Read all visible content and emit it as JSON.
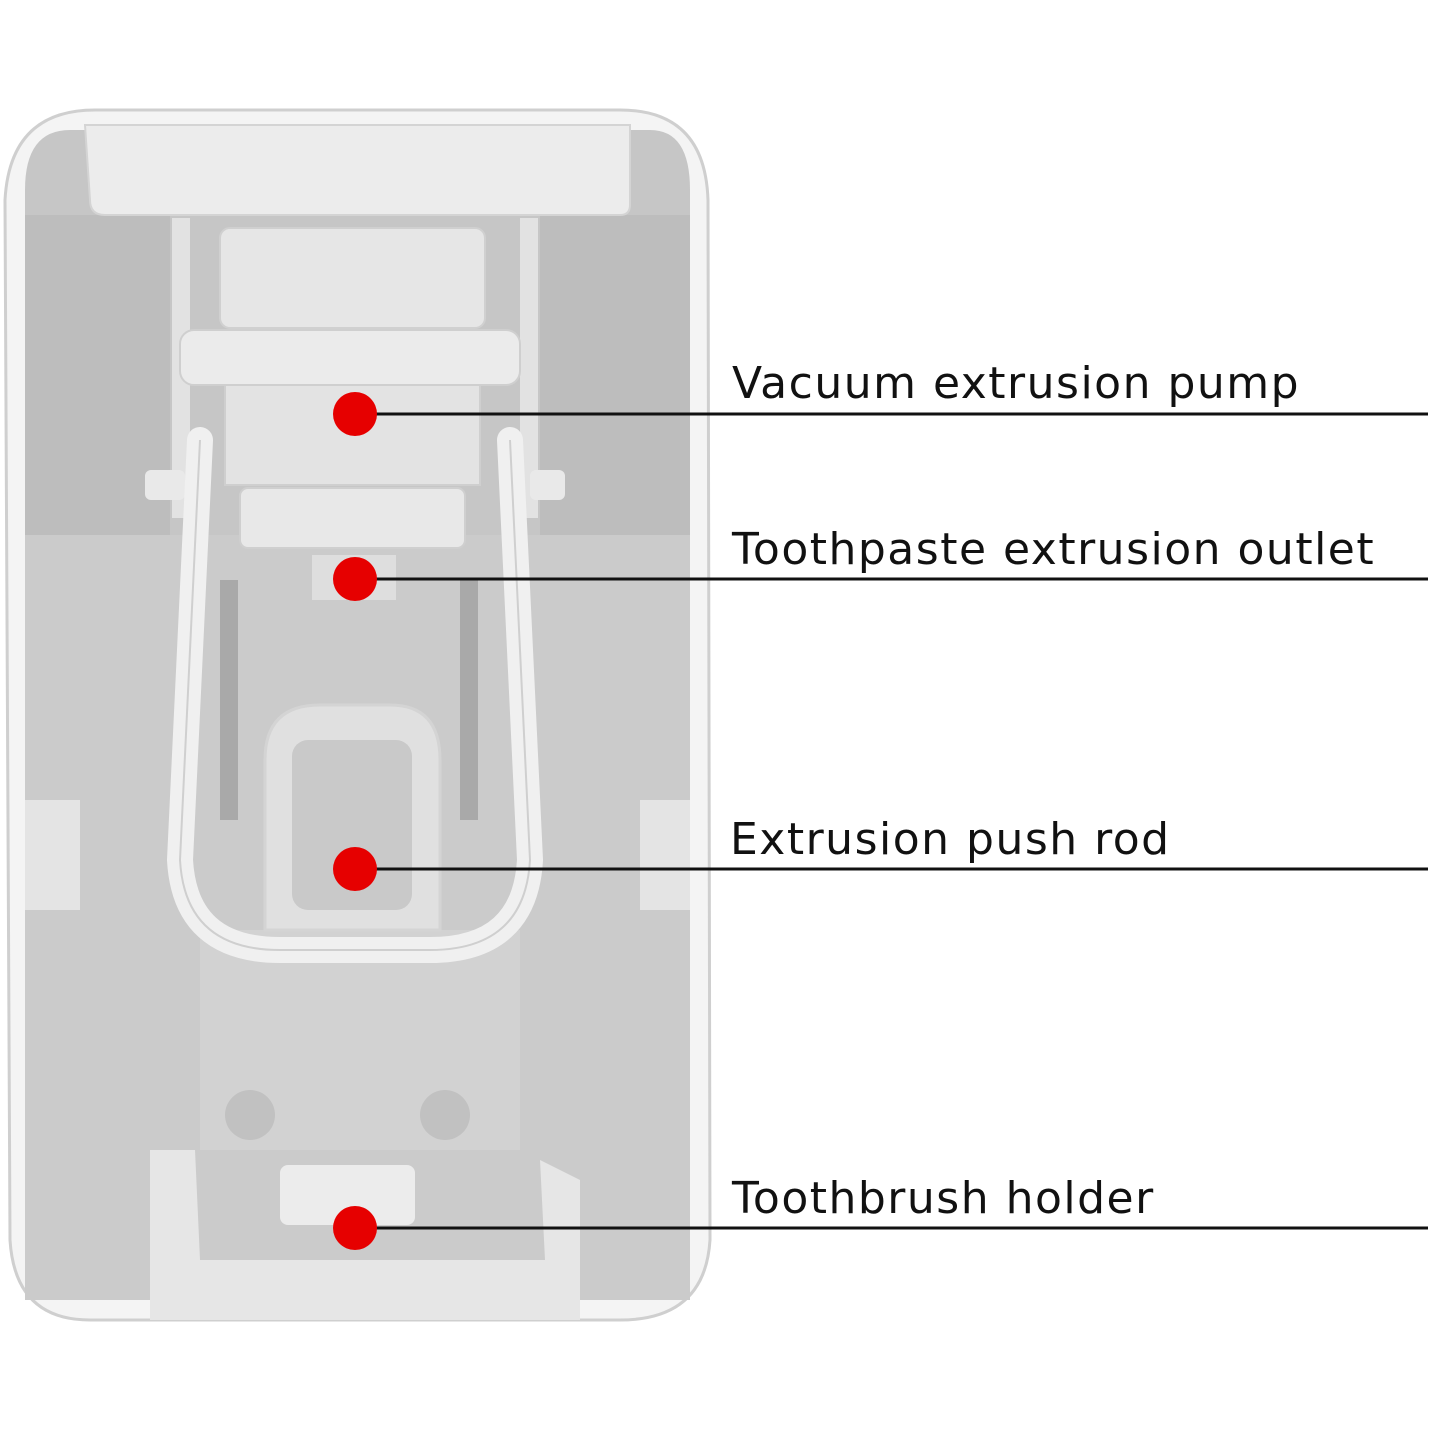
{
  "colors": {
    "background": "#ffffff",
    "body": "#dcdcdc",
    "body_dark": "#b9b9b9",
    "marker": "#e60000",
    "leader_line": "#111111",
    "text": "#111111"
  },
  "callouts": [
    {
      "id": "pump",
      "label": "Vacuum extrusion pump"
    },
    {
      "id": "outlet",
      "label": "Toothpaste extrusion outlet"
    },
    {
      "id": "rod",
      "label": "Extrusion push rod"
    },
    {
      "id": "holder",
      "label": "Toothbrush holder"
    }
  ]
}
